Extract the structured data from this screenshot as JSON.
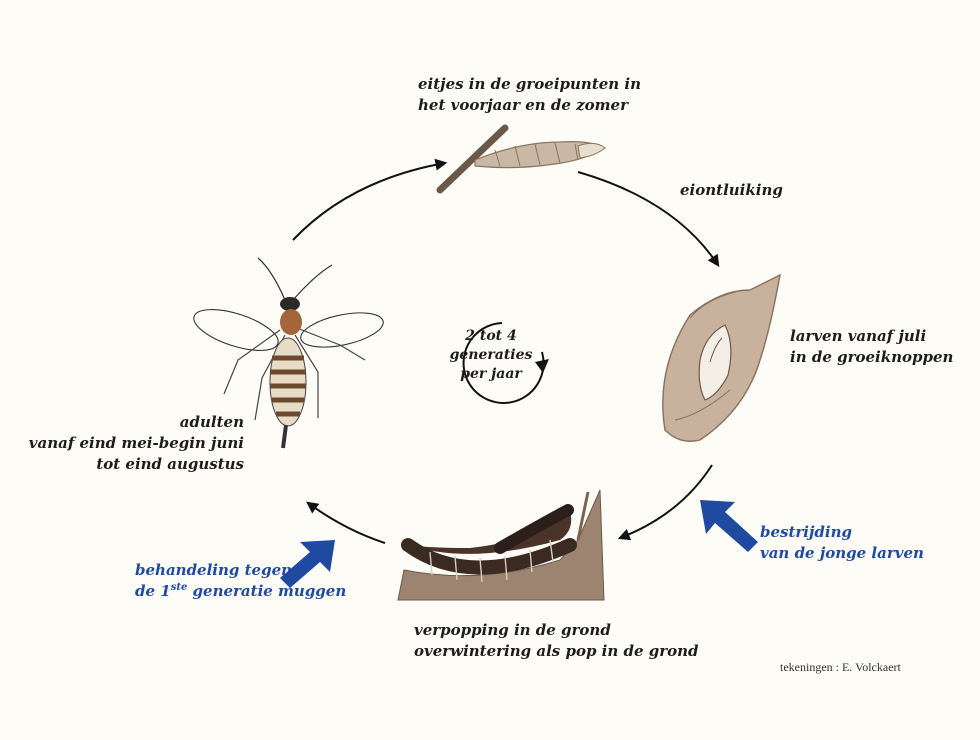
{
  "stages": {
    "eggs": {
      "line1": "eitjes in de groeipunten in",
      "line2": "het voorjaar en de zomer"
    },
    "hatching": {
      "text": "eiontluiking"
    },
    "larvae": {
      "line1": "larven vanaf juli",
      "line2": "in de groeiknoppen"
    },
    "pupation": {
      "line1": "verpopping in de grond",
      "line2": "overwintering als pop in de grond"
    },
    "adults": {
      "line1": "adulten",
      "line2": "vanaf eind mei-begin juni",
      "line3": "tot eind augustus"
    }
  },
  "center": {
    "line1": "2 tot 4",
    "line2": "generaties",
    "line3": "per jaar"
  },
  "control": {
    "larvae": {
      "line1": "bestrijding",
      "line2": "van de jonge larven"
    },
    "adults": {
      "line1": "behandeling tegen",
      "line2_pre": "de 1",
      "line2_sup": "ste",
      "line2_post": " generatie muggen"
    }
  },
  "credit": "tekeningen : E. Volckaert",
  "colors": {
    "background": "#fdfcf6",
    "text": "#1c1c1c",
    "control_arrow": "#1f4aa0",
    "cycle_arrow": "#111111"
  }
}
